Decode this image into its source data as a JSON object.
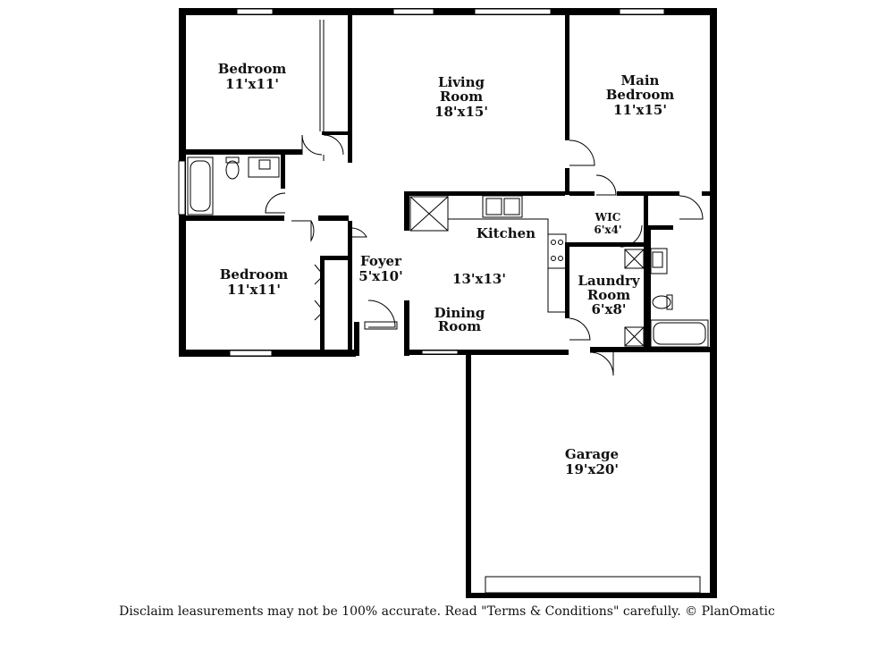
{
  "rooms": {
    "bedroom1": {
      "name": "Bedroom",
      "size": "11'x11'"
    },
    "living": {
      "name1": "Living",
      "name2": "Room",
      "size": "18'x15'"
    },
    "main_bedroom": {
      "name1": "Main",
      "name2": "Bedroom",
      "size": "11'x15'"
    },
    "wic": {
      "name": "WIC",
      "size": "6'x4'"
    },
    "kitchen": {
      "name": "Kitchen",
      "size": "13'x13'"
    },
    "foyer": {
      "name": "Foyer",
      "size": "5'x10'"
    },
    "bedroom2": {
      "name": "Bedroom",
      "size": "11'x11'"
    },
    "laundry": {
      "name1": "Laundry",
      "name2": "Room",
      "size": "6'x8'"
    },
    "dining": {
      "name1": "Dining",
      "name2": "Room"
    },
    "garage": {
      "name": "Garage",
      "size": "19'x20'"
    }
  },
  "disclaimer": "Disclaim    leasurements may not be 100% accurate. Read \"Terms & Conditions\" carefully. © PlanOmatic"
}
